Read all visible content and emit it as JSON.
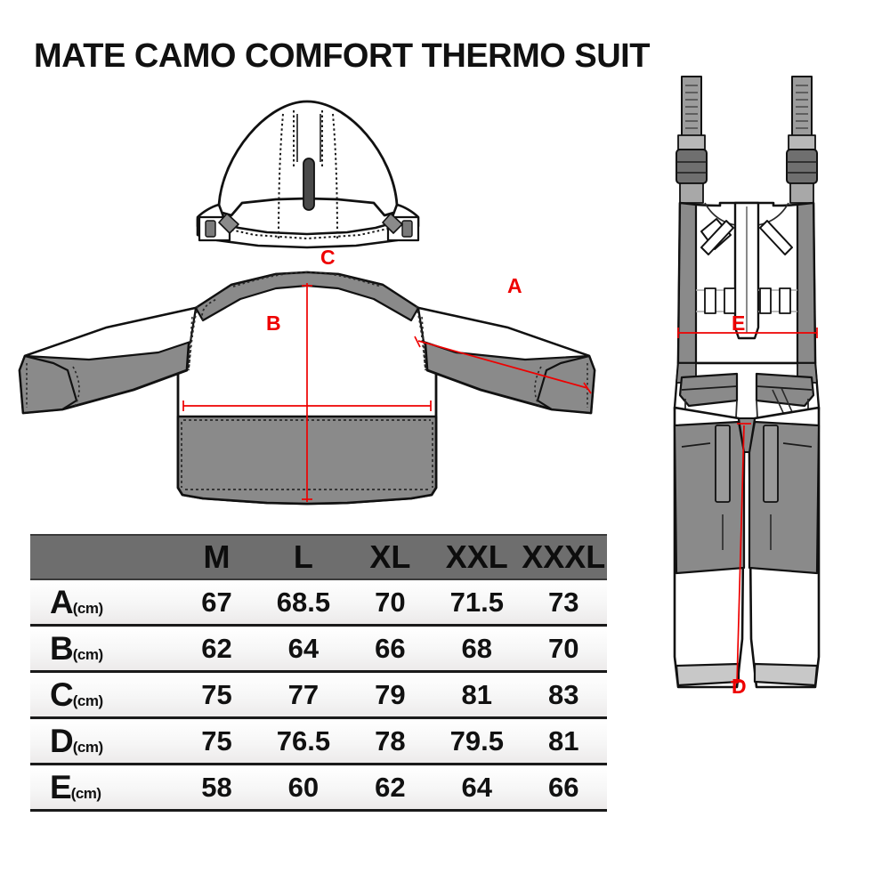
{
  "title": "MATE CAMO COMFORT THERMO SUIT",
  "colors": {
    "fabric_gray": "#8a8a8a",
    "fabric_white": "#ffffff",
    "outline": "#111111",
    "measure_red": "#ee0000",
    "table_header_gray": "#6e6e6e",
    "table_rule": "#1a1a1a"
  },
  "illustration": {
    "jacket": {
      "name": "thermo-jacket-technical-drawing",
      "measure_labels": [
        {
          "id": "A",
          "label": "A",
          "meaning": "sleeve-length"
        },
        {
          "id": "B",
          "label": "B",
          "meaning": "chest-width"
        },
        {
          "id": "C",
          "label": "C",
          "meaning": "back-length"
        }
      ]
    },
    "bib": {
      "name": "thermo-bib-pants-technical-drawing",
      "measure_labels": [
        {
          "id": "E",
          "label": "E",
          "meaning": "waist-width"
        },
        {
          "id": "D",
          "label": "D",
          "meaning": "inseam-length"
        }
      ]
    }
  },
  "table": {
    "name": "size-chart-table",
    "row_label_column_header": "",
    "sizes": [
      "M",
      "L",
      "XL",
      "XXL",
      "XXXL"
    ],
    "unit": "(cm)",
    "rows": [
      {
        "label": "A",
        "unit": "(cm)",
        "values": [
          "67",
          "68.5",
          "70",
          "71.5",
          "73"
        ]
      },
      {
        "label": "B",
        "unit": "(cm)",
        "values": [
          "62",
          "64",
          "66",
          "68",
          "70"
        ]
      },
      {
        "label": "C",
        "unit": "(cm)",
        "values": [
          "75",
          "77",
          "79",
          "81",
          "83"
        ]
      },
      {
        "label": "D",
        "unit": "(cm)",
        "values": [
          "75",
          "76.5",
          "78",
          "79.5",
          "81"
        ]
      },
      {
        "label": "E",
        "unit": "(cm)",
        "values": [
          "58",
          "60",
          "62",
          "64",
          "66"
        ]
      }
    ]
  }
}
